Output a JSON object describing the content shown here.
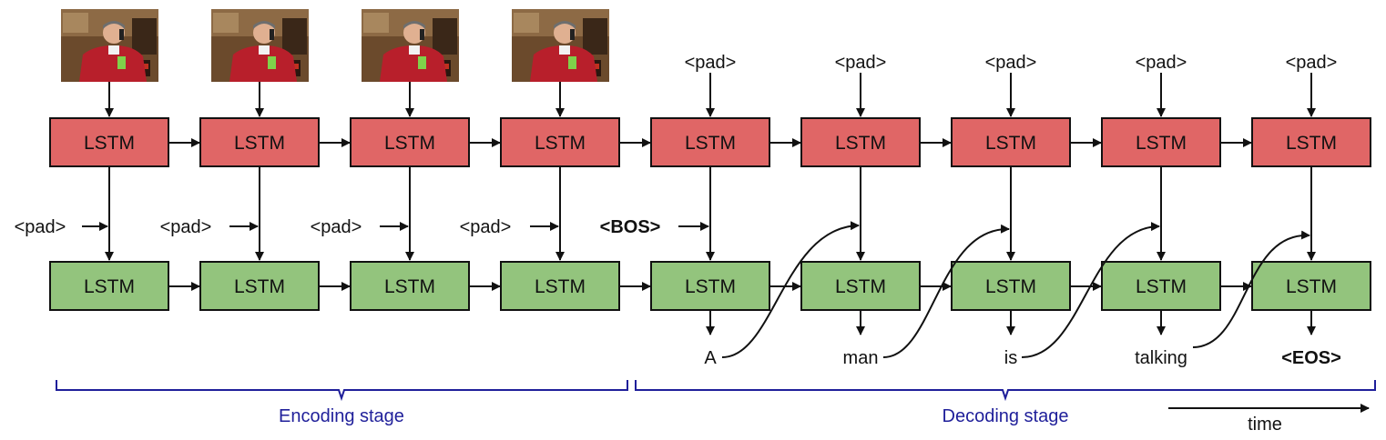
{
  "cell_label": "LSTM",
  "encoding": {
    "top_inputs": [
      "",
      "",
      "",
      ""
    ],
    "bottom_inputs": [
      "<pad>",
      "<pad>",
      "<pad>",
      "<pad>"
    ]
  },
  "decoding": {
    "top_inputs": [
      "<pad>",
      "<pad>",
      "<pad>",
      "<pad>",
      "<pad>"
    ],
    "bos": "<BOS>",
    "outputs": [
      "A",
      "man",
      "is",
      "talking",
      "<EOS>"
    ]
  },
  "stages": {
    "encoding": "Encoding stage",
    "decoding": "Decoding stage"
  },
  "time_label": "time",
  "frames": [
    "video-frame-1",
    "video-frame-2",
    "video-frame-3",
    "video-frame-4"
  ],
  "colors": {
    "red_lstm": "#e06666",
    "green_lstm": "#93c47d",
    "stage_text": "#1f1f9a"
  }
}
